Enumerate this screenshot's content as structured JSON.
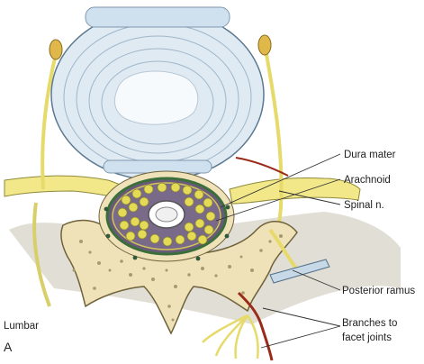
{
  "labels": {
    "dura_mater": "Dura mater",
    "arachnoid": "Arachnoid",
    "spinal_n": "Spinal n.",
    "posterior_ramus": "Posterior ramus",
    "branches_line1": "Branches to",
    "branches_line2": "facet joints",
    "region": "Lumbar",
    "panel": "A"
  },
  "colors": {
    "disc": "#e3eef6",
    "disc_core": "#f7fafc",
    "nerve": "#f2e88a",
    "bone": "#efe2b8",
    "bone_spot": "#a89a6e",
    "dura": "#3c6e3c",
    "artery": "#9a2a1a",
    "cord_yellow": "#e3da55",
    "shadow": "#8a8272"
  }
}
